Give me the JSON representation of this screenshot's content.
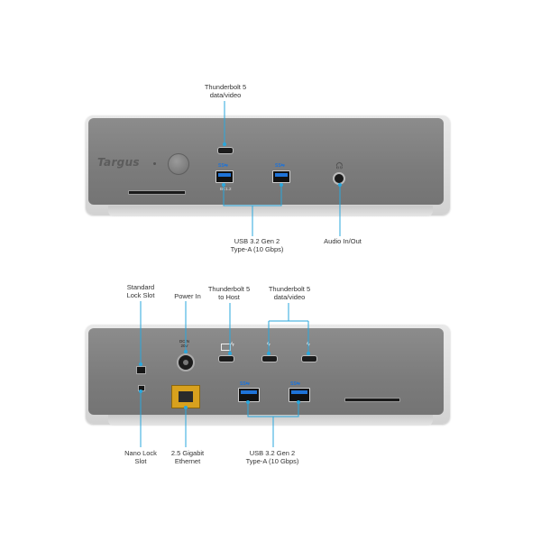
{
  "front": {
    "brand": "Targus",
    "port_label": "BC1.2",
    "labels": {
      "thunderbolt_top": "Thunderbolt 5\ndata/video",
      "usb_a": "USB 3.2 Gen 2\nType-A (10 Gbps)",
      "audio": "Audio In/Out"
    }
  },
  "rear": {
    "power_rating": "DCIN\n20V",
    "labels": {
      "standard_lock": "Standard\nLock Slot",
      "power_in": "Power In",
      "tb5_host": "Thunderbolt 5\nto Host",
      "tb5_data": "Thunderbolt 5\ndata/video",
      "nano_lock": "Nano Lock\nSlot",
      "ethernet": "2.5 Gigabit\nEthernet",
      "usb_a": "USB 3.2 Gen 2\nType-A (10 Gbps)"
    }
  },
  "colors": {
    "callout_line": "#2aa7dc",
    "usb_blue": "#1e73d8",
    "ethernet_yellow": "#d8a11e"
  },
  "icons": {
    "usb_logo": "SS⇆",
    "headphone": "headphone-icon",
    "laptop": "laptop-icon",
    "thunderbolt": "thunderbolt-icon"
  }
}
